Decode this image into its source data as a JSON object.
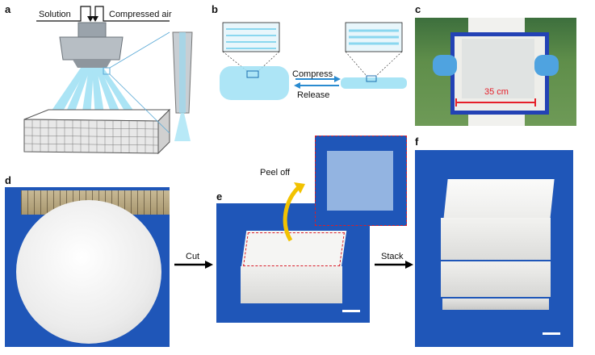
{
  "panels": {
    "a": {
      "label": "a",
      "inlet_left": "Solution",
      "inlet_right": "Compressed air"
    },
    "b": {
      "label": "b",
      "arrow_top": "Compress",
      "arrow_bottom": "Release"
    },
    "c": {
      "label": "c",
      "dimension": "35 cm"
    },
    "d": {
      "label": "d"
    },
    "e": {
      "label": "e",
      "annotation": "Peel off"
    },
    "f": {
      "label": "f"
    }
  },
  "flow": {
    "cut": "Cut",
    "stack": "Stack"
  },
  "colors": {
    "fiber_blue": "#7fd3ec",
    "photo_blue": "#1f56b8",
    "dashed_red": "#d81e2a",
    "arrow_yellow": "#f2c200",
    "dimension_red": "#e5202a"
  }
}
